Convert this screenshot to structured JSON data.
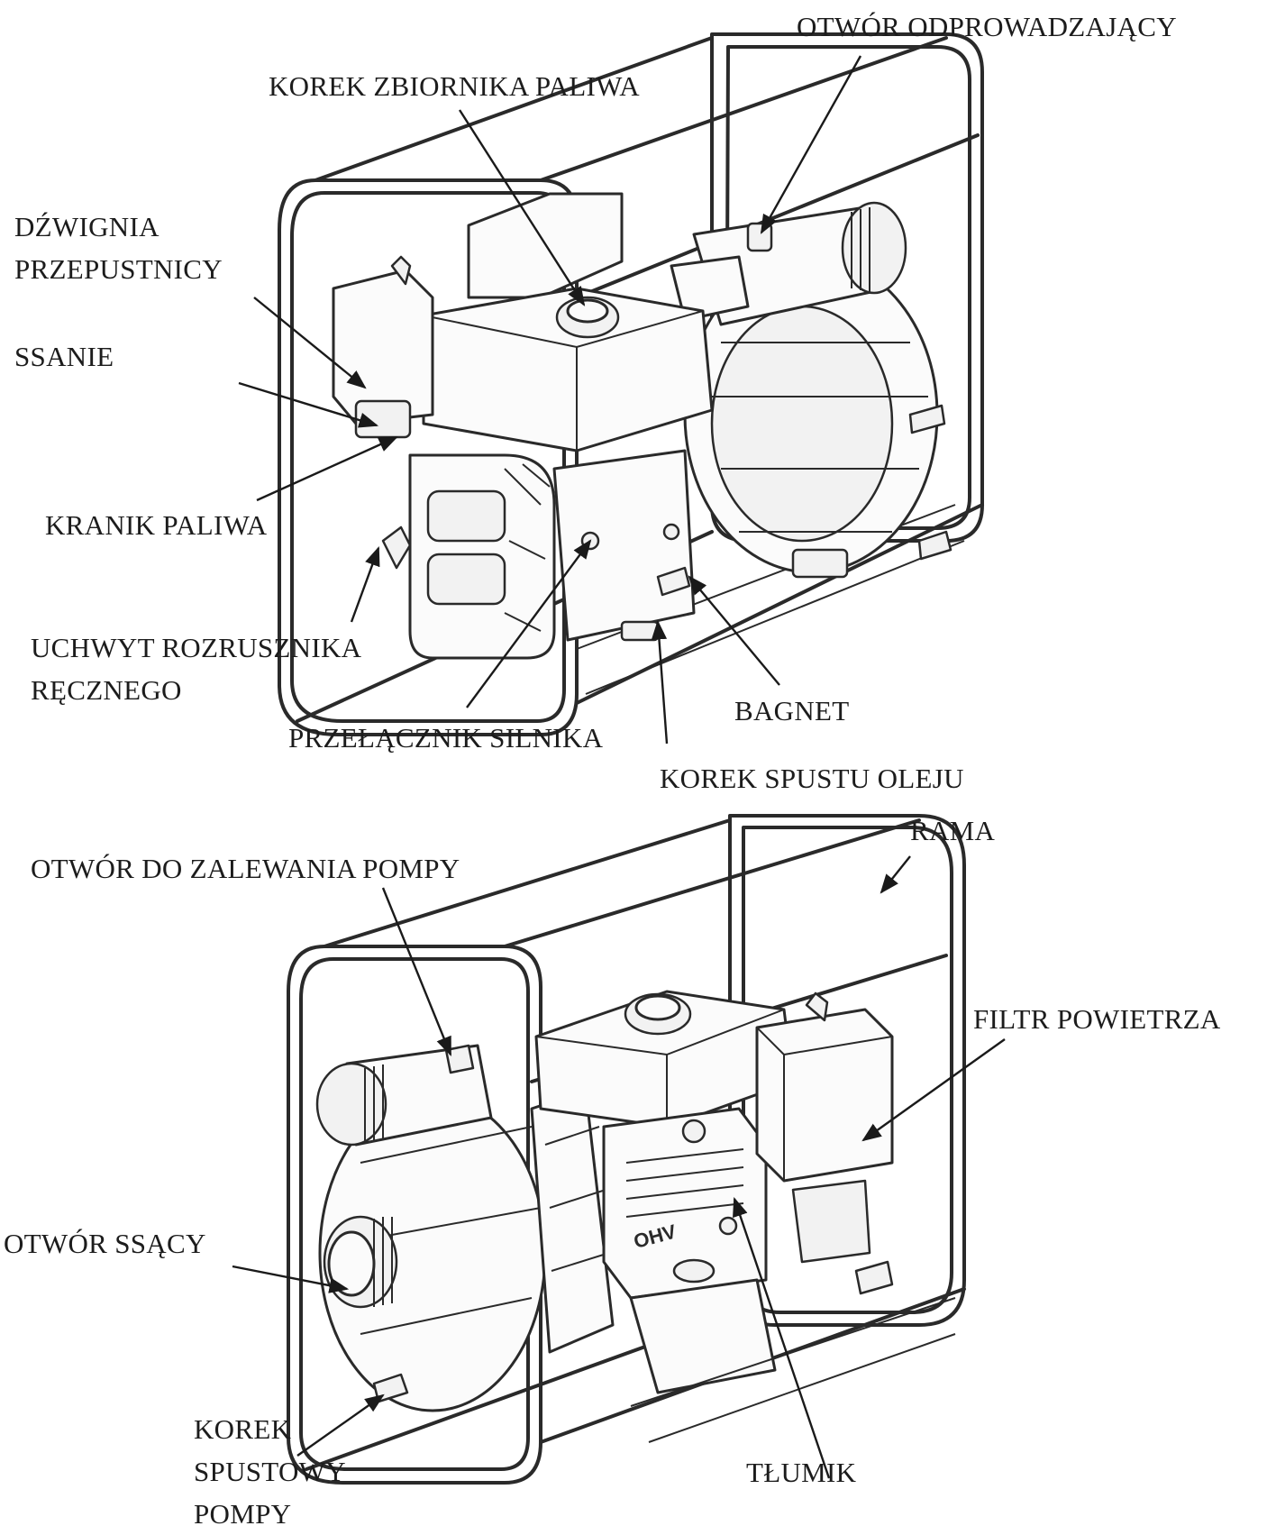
{
  "labels": {
    "otwor_odprowadzajacy": "OTWÓR ODPROWADZAJĄCY",
    "korek_zbiornika_paliwa": "KOREK ZBIORNIKA PALIWA",
    "dzwignia_przepustnicy": [
      "DŹWIGNIA",
      "PRZEPUSTNICY"
    ],
    "ssanie": "SSANIE",
    "kranik_paliwa": "KRANIK PALIWA",
    "uchwyt_rozrusznika": [
      "UCHWYT  ROZRUSZNIKA",
      "RĘCZNEGO"
    ],
    "przelacznik_silnika": "PRZEŁĄCZNIK SILNIKA",
    "bagnet": "BAGNET",
    "korek_spustu_oleju": "KOREK SPUSTU OLEJU",
    "rama": "RAMA",
    "otwor_do_zalewania": "OTWÓR DO ZALEWANIA POMPY",
    "filtr_powietrza": "FILTR POWIETRZA",
    "otwor_ssacy": "OTWÓR SSĄCY",
    "korek_spustowy_pompy": [
      "KOREK",
      "SPUSTOWY",
      "POMPY"
    ],
    "tlumik": "TŁUMIK"
  },
  "engine_badge": "OHV",
  "colors": {
    "ink": "#1c1c1c",
    "background": "#ffffff"
  }
}
